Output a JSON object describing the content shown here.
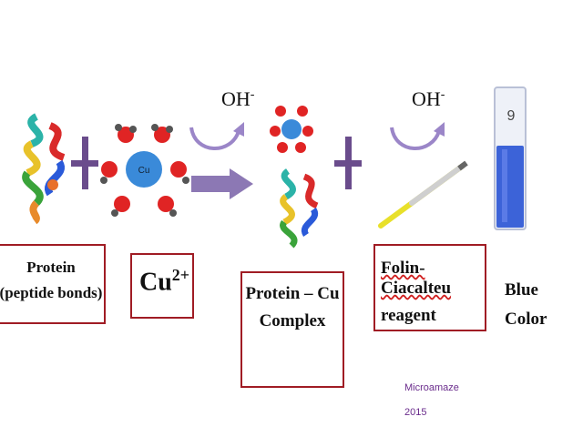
{
  "labels": {
    "protein_line1": "Protein",
    "protein_line2": "(peptide bonds)",
    "cu_text": "Cu",
    "cu_superscript": "2+",
    "complex_line1": "Protein – Cu",
    "complex_line2": "Complex",
    "folin_line1": "Folin-Ciacalteu",
    "folin_line2": "reagent",
    "blue_line1": "Blue",
    "blue_line2": "Color"
  },
  "conditions": {
    "oh_1": "OH",
    "oh_2": "OH",
    "oh_sign": "-"
  },
  "ion_label": "Cu",
  "tube_label": "9",
  "credit": {
    "name": "Microamaze",
    "year": "2015"
  },
  "colors": {
    "box_border": "#a01c24",
    "plus": "#6a4c8c",
    "arrow": "#9b86c8",
    "tube_blue": "#3c63d8",
    "credit_text": "#6a2c8c"
  }
}
